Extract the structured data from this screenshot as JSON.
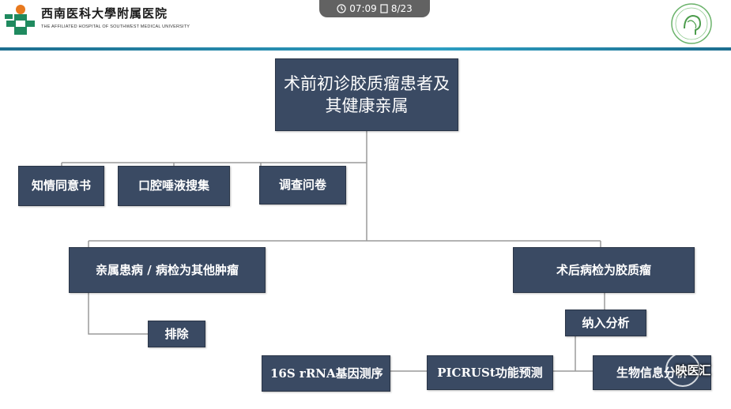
{
  "header": {
    "hospital_name": "西南医科大學附属医院",
    "hospital_en": "THE AFFILIATED HOSPITAL OF SOUTHWEST MEDICAL UNIVERSITY"
  },
  "player": {
    "time": "07:09",
    "page": "8/23"
  },
  "flowchart": {
    "root": "术前初诊胶质瘤患者及其健康亲属",
    "step1": [
      "知情同意书",
      "口腔唾液搜集",
      "调查问卷"
    ],
    "branch_left": "亲属患病 / 病检为其他肿瘤",
    "branch_right": "术后病检为胶质瘤",
    "exclude": "排除",
    "include": "纳入分析",
    "seq": "16S rRNA基因测序",
    "picrust": "PICRUSt功能预测",
    "bioinfo": "生物信息分析"
  },
  "watermark": "映医汇",
  "colors": {
    "box_fill": "#3a4a63",
    "box_text": "#ffffff",
    "header_line": "#2c9ec2",
    "connector": "#9a9a9a"
  }
}
